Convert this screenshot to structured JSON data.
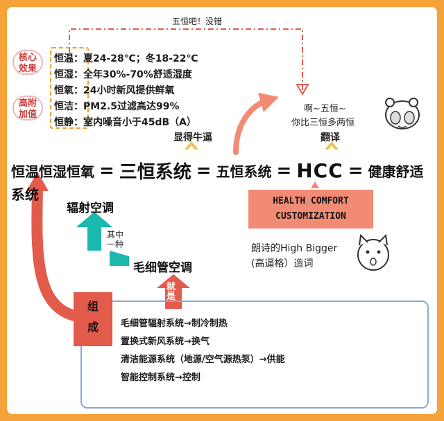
{
  "dashed_label": "五恒吧！没错",
  "labels": {
    "core_effect": [
      "核心",
      "效果"
    ],
    "extra_value": [
      "高附",
      "加值"
    ]
  },
  "properties": [
    "恒温：夏24-28℃；冬18-22℃",
    "恒湿：全年30%-70%舒适湿度",
    "恒氧：24小时新风提供鲜氧",
    "恒洁：PM2.5过滤高达99%",
    "恒静：室内噪音小于45dB（A）"
  ],
  "equation": {
    "part1": "恒温恒湿恒氧",
    "eq": "=",
    "part2": "三恒系统",
    "part3": "五恒系统",
    "part4": "HCC",
    "part5": "健康舒适系统"
  },
  "annotations": {
    "show_off": "显得牛逼",
    "translate": "翻译",
    "bubble": [
      "啊~五恒~",
      "你比三恒多两恒"
    ],
    "pronounce": [
      "朗诗的High Bigger",
      "(高逼格）造词"
    ],
    "radiant_ac": "辐射空调",
    "one_of": [
      "其中",
      "一种"
    ],
    "capillary_ac": "毛细管空调",
    "is": [
      "就",
      "是"
    ]
  },
  "hcc_full": [
    "HEALTH COMFORT",
    "CUSTOMIZATION"
  ],
  "composition": {
    "tag": [
      "组",
      "成"
    ],
    "items": [
      "毛细管辐射系统→制冷制热",
      "置换式新风系统→换气",
      "清洁能源系统（地源/空气源热泵）→供能",
      "智能控制系统→控制"
    ]
  },
  "colors": {
    "frame": "#f6a23a",
    "accent_red": "#e35b4a",
    "salmon": "#f28b74",
    "teal": "#1bb8b0",
    "chevron": "#f2c14a",
    "box_border": "#8aa8d8"
  }
}
